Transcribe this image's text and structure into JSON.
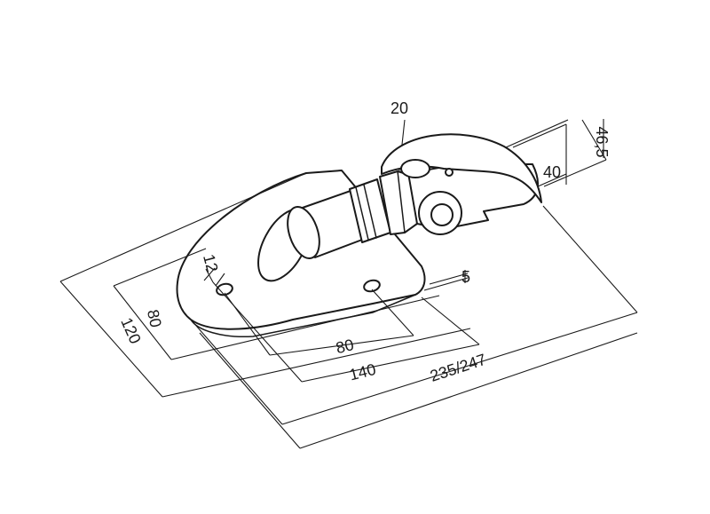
{
  "dimensions": {
    "d20": "20",
    "d46_5": "46,5",
    "d40": "40",
    "d12": "12",
    "d5": "5",
    "d80_height": "80",
    "d120": "120",
    "d80_spacing": "80",
    "d140": "140",
    "d235_247": "235/247"
  }
}
